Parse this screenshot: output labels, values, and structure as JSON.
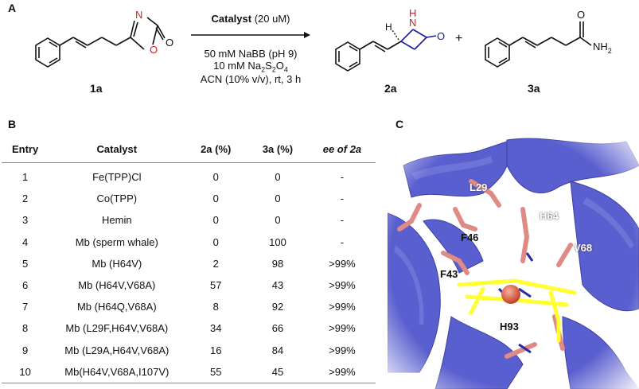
{
  "panels": {
    "a": "A",
    "b": "B",
    "c": "C"
  },
  "scheme": {
    "catalyst_label": "Catalyst",
    "catalyst_conc": " (20 uM)",
    "line1": "50 mM NaBB (pH 9)",
    "line2_pre": "10 mM Na",
    "line2_sub1": "2",
    "line2_mid": "S",
    "line2_sub2": "2",
    "line2_mid2": "O",
    "line2_sub3": "4",
    "line3": "ACN (10% v/v), rt, 3 h",
    "plus": "+",
    "compounds": [
      "1a",
      "2a",
      "3a"
    ],
    "atoms": {
      "N": "N",
      "O": "O",
      "H": "H",
      "NH2_pre": "NH",
      "NH2_sub": "2"
    }
  },
  "table": {
    "headers": [
      "Entry",
      "Catalyst",
      "2a (%)",
      "3a (%)",
      "ee of 2a"
    ],
    "rows": [
      [
        "1",
        "Fe(TPP)Cl",
        "0",
        "0",
        "-"
      ],
      [
        "2",
        "Co(TPP)",
        "0",
        "0",
        "-"
      ],
      [
        "3",
        "Hemin",
        "0",
        "0",
        "-"
      ],
      [
        "4",
        "Mb (sperm whale)",
        "0",
        "100",
        "-"
      ],
      [
        "5",
        "Mb (H64V)",
        "2",
        "98",
        ">99%"
      ],
      [
        "6",
        "Mb (H64V,V68A)",
        "57",
        "43",
        ">99%"
      ],
      [
        "7",
        "Mb (H64Q,V68A)",
        "8",
        "92",
        ">99%"
      ],
      [
        "8",
        "Mb (L29F,H64V,V68A)",
        "34",
        "66",
        ">99%"
      ],
      [
        "9",
        "Mb (L29A,H64V,V68A)",
        "16",
        "84",
        ">99%"
      ],
      [
        "10",
        "Mb(H64V,V68A,I107V)",
        "55",
        "45",
        ">99%"
      ]
    ]
  },
  "structure_labels": [
    "L29",
    "H64",
    "F46",
    "V68",
    "F43",
    "H93"
  ],
  "colors": {
    "protein": "#5a5fcf",
    "residue": "#e08a86",
    "heme": "#ffff00",
    "iron": "#e4603f",
    "carbonyl": "#1a1aa0",
    "nitrogen": "#d02020"
  }
}
